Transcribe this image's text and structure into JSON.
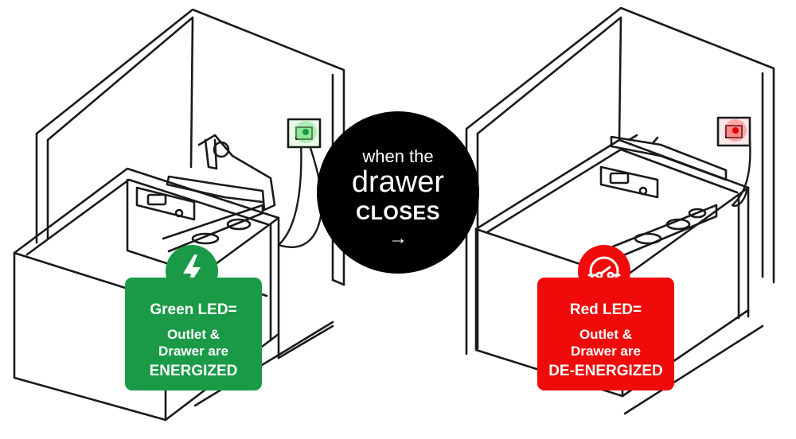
{
  "colors": {
    "energized": "#1a9a47",
    "de_energized": "#f00a0a",
    "circle": "#000000",
    "line": "#1a1a1a",
    "led_green": "#7ee08a",
    "led_red": "#ff5a5a"
  },
  "center": {
    "line1": "when the",
    "line2": "drawer",
    "line3": "CLOSES",
    "arrow": "→"
  },
  "left_card": {
    "title": "Green LED=",
    "line2": "Outlet &",
    "line3": "Drawer are",
    "line4": "ENERGIZED",
    "icon": "lightning-bolt-icon"
  },
  "right_card": {
    "title": "Red LED=",
    "line2": "Outlet &",
    "line3": "Drawer are",
    "line4": "DE-ENERGIZED",
    "icon": "open-switch-icon"
  }
}
